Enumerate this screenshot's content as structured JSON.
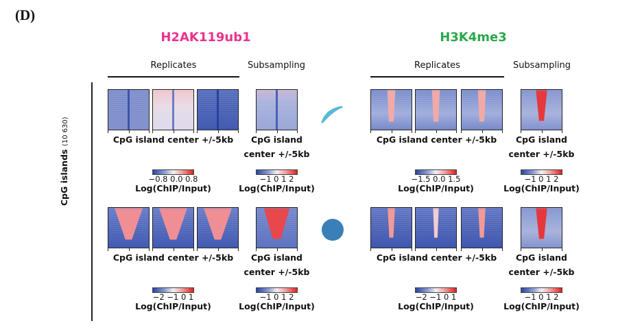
{
  "panel_label": "(D)",
  "left": {
    "title": "H2AK119ub1",
    "title_color": "#e8338f",
    "replicates_label": "Replicates",
    "subsampling_label": "Subsampling",
    "row1": {
      "axis": "CpG island center +/-5kb",
      "sub_axis_1": "CpG island",
      "sub_axis_2": "center +/-5kb",
      "cb_rep": [
        "−0.8 0.0 0.8"
      ],
      "cb_sub": [
        "−1  0  1  2"
      ]
    },
    "row2": {
      "axis": "CpG island center +/-5kb",
      "sub_axis_1": "CpG island",
      "sub_axis_2": "center +/-5kb",
      "cb_rep": [
        "−2 −1  0  1"
      ],
      "cb_sub": [
        "−1  0  1  2"
      ]
    }
  },
  "right": {
    "title": "H3K4me3",
    "title_color": "#2aa84a",
    "replicates_label": "Replicates",
    "subsampling_label": "Subsampling",
    "row1": {
      "axis": "CpG island center +/-5kb",
      "sub_axis_1": "CpG island",
      "sub_axis_2": "center +/-5kb",
      "cb_rep": [
        "−1.5 0.0 1.5"
      ],
      "cb_sub": [
        "−1  0  1  2"
      ]
    },
    "row2": {
      "axis": "CpG island center +/-5kb",
      "sub_axis_1": "CpG island",
      "sub_axis_2": "center +/-5kb",
      "cb_rep": [
        "−2 −1  0  1"
      ],
      "cb_sub": [
        "−1  0  1  2"
      ]
    }
  },
  "colorbar_label": "Log(ChIP/Input)",
  "y_label": "CpG islands",
  "y_count": "(10 630)",
  "markers": {
    "row1": "crescent-icon",
    "row2": "circle-icon",
    "row1_color": "#5bb8d8",
    "row2_color": "#3b7fb8"
  }
}
